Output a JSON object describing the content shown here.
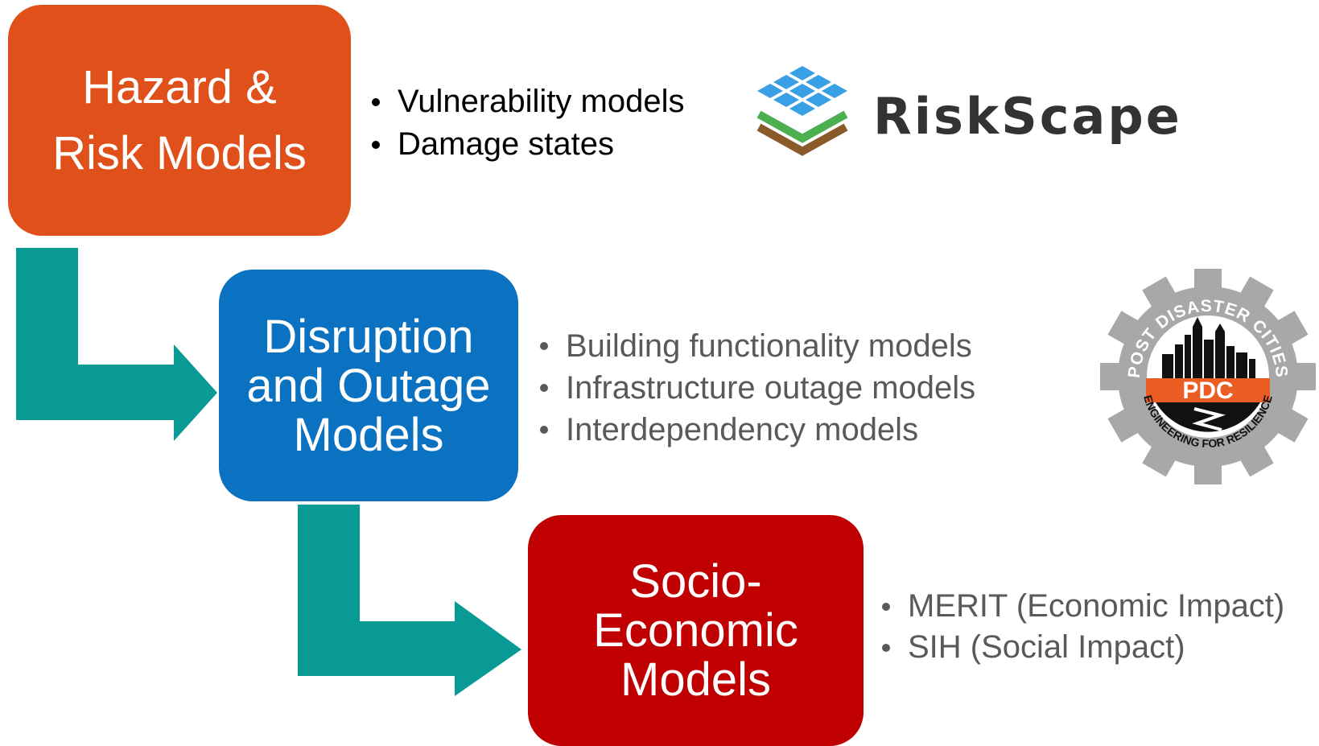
{
  "colors": {
    "hazard_box": "#e0501a",
    "disruption_box": "#0b72c2",
    "socio_box": "#c00000",
    "arrow": "#0a9a96",
    "riskscape_text": "#333333",
    "pdc_orange": "#ec5d24",
    "pdc_gear": "#a8a8a8"
  },
  "boxes": [
    {
      "label": "Hazard &\nRisk Models"
    },
    {
      "label": "Disruption\nand Outage\nModels"
    },
    {
      "label": "Socio-\nEconomic\nModels"
    }
  ],
  "bullets": {
    "hazard": [
      "Vulnerability models",
      "Damage states"
    ],
    "disruption": [
      "Building functionality models",
      "Infrastructure outage models",
      "Interdependency models"
    ],
    "socio": [
      "MERIT (Economic Impact)",
      "SIH (Social Impact)"
    ]
  },
  "logos": {
    "riskscape": {
      "name": "RiskScape",
      "icon": "layered-grid-icon"
    },
    "pdc": {
      "top_text": "POST DISASTER CITIES",
      "center_text": "PDC",
      "bottom_text": "ENGINEERING FOR RESILIENCE",
      "icon": "gear-skyline-logo"
    }
  },
  "arrows": [
    "arrow-hazard-to-disruption",
    "arrow-disruption-to-socio"
  ]
}
